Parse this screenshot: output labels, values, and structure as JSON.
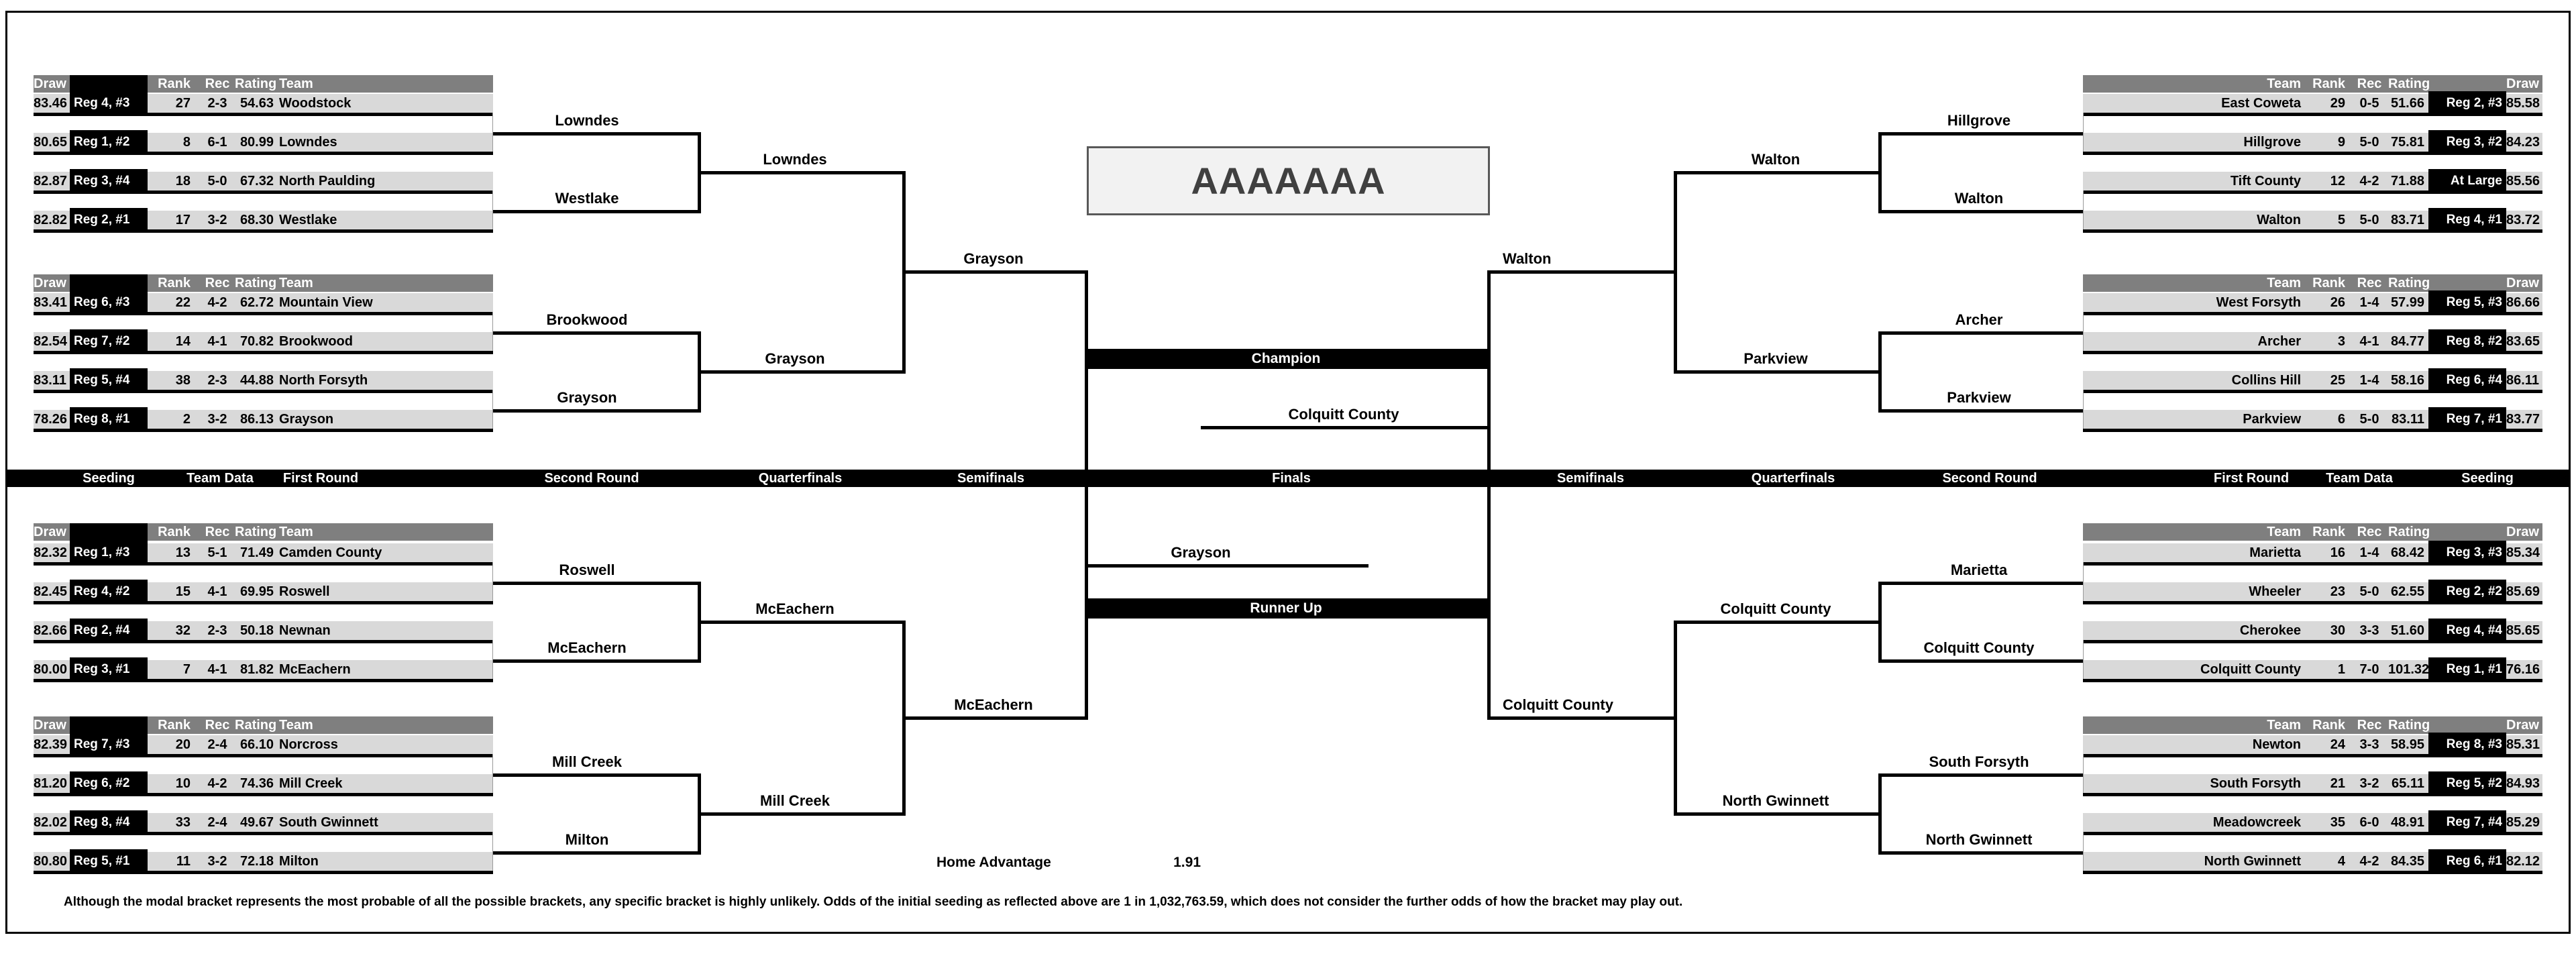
{
  "title_box": "AAAAAAA",
  "columns": {
    "draw": "Draw",
    "rank": "Rank",
    "rec": "Rec",
    "rating": "Rating",
    "team": "Team"
  },
  "round_bar": [
    "Seeding",
    "Team Data",
    "First Round",
    "Second Round",
    "Quarterfinals",
    "Semifinals",
    "Finals",
    "Semifinals",
    "Quarterfinals",
    "Second Round",
    "First Round",
    "Team Data",
    "Seeding"
  ],
  "finals": {
    "champion_label": "Champion",
    "champion": "Colquitt County",
    "runner_up_label": "Runner Up",
    "runner_up": "Grayson"
  },
  "home_advantage": {
    "label": "Home Advantage",
    "value": "1.91"
  },
  "footnote": "Although the modal bracket represents the most probable of all the possible brackets, any specific bracket is highly unlikely.  Odds of the initial seeding as reflected above are 1 in 1,032,763.59, which does not consider the further odds of how the bracket may play out.",
  "left": {
    "groups": [
      {
        "teams": [
          {
            "draw": "83.46",
            "seed": "Reg 4, #3",
            "rank": "27",
            "rec": "2-3",
            "rating": "54.63",
            "team": "Woodstock"
          },
          {
            "draw": "80.65",
            "seed": "Reg 1, #2",
            "rank": "8",
            "rec": "6-1",
            "rating": "80.99",
            "team": "Lowndes"
          },
          {
            "draw": "82.87",
            "seed": "Reg 3, #4",
            "rank": "18",
            "rec": "5-0",
            "rating": "67.32",
            "team": "North Paulding"
          },
          {
            "draw": "82.82",
            "seed": "Reg 2, #1",
            "rank": "17",
            "rec": "3-2",
            "rating": "68.30",
            "team": "Westlake"
          }
        ],
        "round2": [
          "Lowndes",
          "Westlake"
        ],
        "quarterfinal": "Lowndes"
      },
      {
        "teams": [
          {
            "draw": "83.41",
            "seed": "Reg 6, #3",
            "rank": "22",
            "rec": "4-2",
            "rating": "62.72",
            "team": "Mountain View"
          },
          {
            "draw": "82.54",
            "seed": "Reg 7, #2",
            "rank": "14",
            "rec": "4-1",
            "rating": "70.82",
            "team": "Brookwood"
          },
          {
            "draw": "83.11",
            "seed": "Reg 5, #4",
            "rank": "38",
            "rec": "2-3",
            "rating": "44.88",
            "team": "North Forsyth"
          },
          {
            "draw": "78.26",
            "seed": "Reg 8, #1",
            "rank": "2",
            "rec": "3-2",
            "rating": "86.13",
            "team": "Grayson"
          }
        ],
        "round2": [
          "Brookwood",
          "Grayson"
        ],
        "quarterfinal": "Grayson"
      },
      {
        "teams": [
          {
            "draw": "82.32",
            "seed": "Reg 1, #3",
            "rank": "13",
            "rec": "5-1",
            "rating": "71.49",
            "team": "Camden County"
          },
          {
            "draw": "82.45",
            "seed": "Reg 4, #2",
            "rank": "15",
            "rec": "4-1",
            "rating": "69.95",
            "team": "Roswell"
          },
          {
            "draw": "82.66",
            "seed": "Reg 2, #4",
            "rank": "32",
            "rec": "2-3",
            "rating": "50.18",
            "team": "Newnan"
          },
          {
            "draw": "80.00",
            "seed": "Reg 3, #1",
            "rank": "7",
            "rec": "4-1",
            "rating": "81.82",
            "team": "McEachern"
          }
        ],
        "round2": [
          "Roswell",
          "McEachern"
        ],
        "quarterfinal": "McEachern"
      },
      {
        "teams": [
          {
            "draw": "82.39",
            "seed": "Reg 7, #3",
            "rank": "20",
            "rec": "2-4",
            "rating": "66.10",
            "team": "Norcross"
          },
          {
            "draw": "81.20",
            "seed": "Reg 6, #2",
            "rank": "10",
            "rec": "4-2",
            "rating": "74.36",
            "team": "Mill Creek"
          },
          {
            "draw": "82.02",
            "seed": "Reg 8, #4",
            "rank": "33",
            "rec": "2-4",
            "rating": "49.67",
            "team": "South Gwinnett"
          },
          {
            "draw": "80.80",
            "seed": "Reg 5, #1",
            "rank": "11",
            "rec": "3-2",
            "rating": "72.18",
            "team": "Milton"
          }
        ],
        "round2": [
          "Mill Creek",
          "Milton"
        ],
        "quarterfinal": "Mill Creek"
      }
    ],
    "semifinals": [
      "Grayson",
      "McEachern"
    ]
  },
  "right": {
    "groups": [
      {
        "teams": [
          {
            "team": "East Coweta",
            "rank": "29",
            "rec": "0-5",
            "rating": "51.66",
            "seed": "Reg 2, #3",
            "draw": "85.58"
          },
          {
            "team": "Hillgrove",
            "rank": "9",
            "rec": "5-0",
            "rating": "75.81",
            "seed": "Reg 3, #2",
            "draw": "84.23"
          },
          {
            "team": "Tift County",
            "rank": "12",
            "rec": "4-2",
            "rating": "71.88",
            "seed": "At Large",
            "draw": "85.56"
          },
          {
            "team": "Walton",
            "rank": "5",
            "rec": "5-0",
            "rating": "83.71",
            "seed": "Reg 4, #1",
            "draw": "83.72"
          }
        ],
        "round2": [
          "Hillgrove",
          "Walton"
        ],
        "quarterfinal": "Walton"
      },
      {
        "teams": [
          {
            "team": "West Forsyth",
            "rank": "26",
            "rec": "1-4",
            "rating": "57.99",
            "seed": "Reg 5, #3",
            "draw": "86.66"
          },
          {
            "team": "Archer",
            "rank": "3",
            "rec": "4-1",
            "rating": "84.77",
            "seed": "Reg 8, #2",
            "draw": "83.65"
          },
          {
            "team": "Collins Hill",
            "rank": "25",
            "rec": "1-4",
            "rating": "58.16",
            "seed": "Reg 6, #4",
            "draw": "86.11"
          },
          {
            "team": "Parkview",
            "rank": "6",
            "rec": "5-0",
            "rating": "83.11",
            "seed": "Reg 7, #1",
            "draw": "83.77"
          }
        ],
        "round2": [
          "Archer",
          "Parkview"
        ],
        "quarterfinal": "Parkview"
      },
      {
        "teams": [
          {
            "team": "Marietta",
            "rank": "16",
            "rec": "1-4",
            "rating": "68.42",
            "seed": "Reg 3, #3",
            "draw": "85.34"
          },
          {
            "team": "Wheeler",
            "rank": "23",
            "rec": "5-0",
            "rating": "62.55",
            "seed": "Reg 2, #2",
            "draw": "85.69"
          },
          {
            "team": "Cherokee",
            "rank": "30",
            "rec": "3-3",
            "rating": "51.60",
            "seed": "Reg 4, #4",
            "draw": "85.65"
          },
          {
            "team": "Colquitt County",
            "rank": "1",
            "rec": "7-0",
            "rating": "101.32",
            "seed": "Reg 1, #1",
            "draw": "76.16"
          }
        ],
        "round2": [
          "Marietta",
          "Colquitt County"
        ],
        "quarterfinal": "Colquitt County"
      },
      {
        "teams": [
          {
            "team": "Newton",
            "rank": "24",
            "rec": "3-3",
            "rating": "58.95",
            "seed": "Reg 8, #3",
            "draw": "85.31"
          },
          {
            "team": "South Forsyth",
            "rank": "21",
            "rec": "3-2",
            "rating": "65.11",
            "seed": "Reg 5, #2",
            "draw": "84.93"
          },
          {
            "team": "Meadowcreek",
            "rank": "35",
            "rec": "6-0",
            "rating": "48.91",
            "seed": "Reg 7, #4",
            "draw": "85.29"
          },
          {
            "team": "North Gwinnett",
            "rank": "4",
            "rec": "4-2",
            "rating": "84.35",
            "seed": "Reg 6, #1",
            "draw": "82.12"
          }
        ],
        "round2": [
          "South Forsyth",
          "North Gwinnett"
        ],
        "quarterfinal": "North Gwinnett"
      }
    ],
    "semifinals": [
      "Walton",
      "Colquitt County"
    ]
  },
  "colors": {
    "row_gray": "#d9d9d9",
    "header_gray": "#7f7f7f",
    "black": "#000000",
    "title_bg": "#f2f2f2",
    "title_text": "#404040"
  }
}
